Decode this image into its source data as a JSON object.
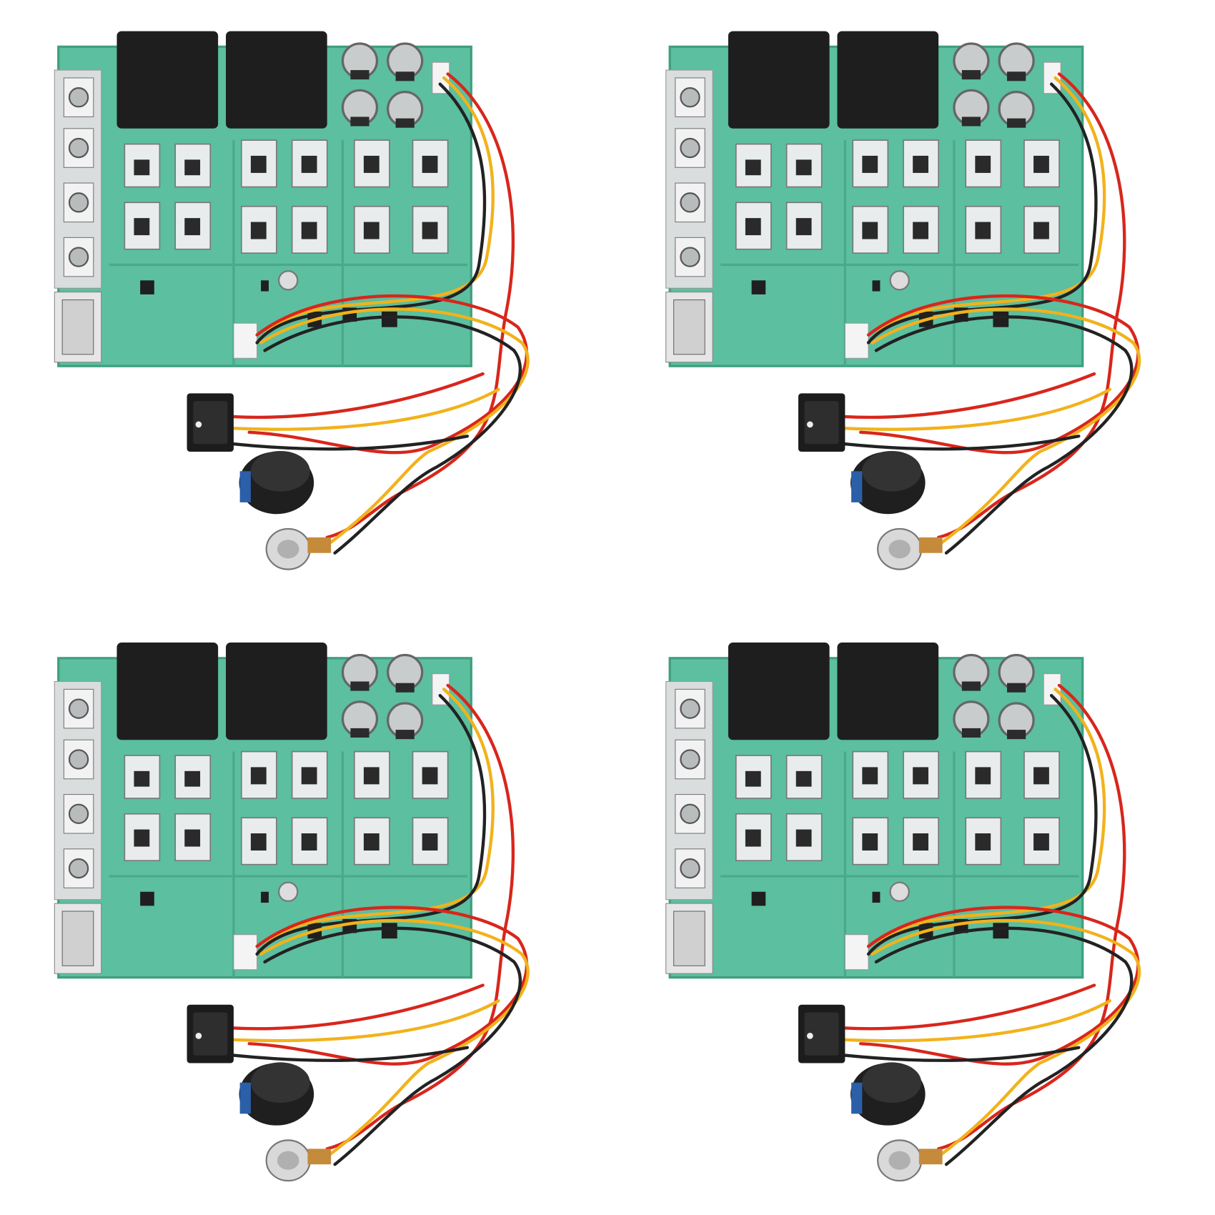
{
  "scene": {
    "subject": "dc-motor-speed-controller-board",
    "quantity_shown": 4,
    "background_color": "#ffffff",
    "colors": {
      "pcb": "#5cbf9f",
      "pcb_dark": "#3f9f80",
      "relay": "#1e1e1e",
      "heatsink": "#e8ecec",
      "capacitor": "#c9cccc",
      "wire_red": "#d8261c",
      "wire_yellow": "#f2b21b",
      "wire_black": "#222222",
      "wire_orange": "#ef7a1a"
    },
    "parts": [
      "terminal-block",
      "relay",
      "capacitor",
      "heatsink",
      "led-display",
      "rocker-switch",
      "knob",
      "potentiometer"
    ]
  }
}
